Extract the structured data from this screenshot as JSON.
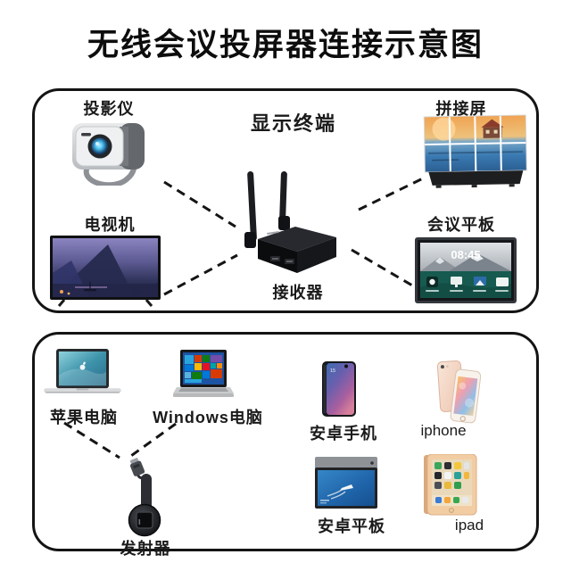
{
  "title": "无线会议投屏器连接示意图",
  "display_section": {
    "heading": "显示终端",
    "projector": {
      "label": "投影仪"
    },
    "video_wall": {
      "label": "拼接屏"
    },
    "tv": {
      "label": "电视机"
    },
    "conference_panel": {
      "label": "会议平板",
      "clock": "08:45"
    },
    "receiver": {
      "label": "接收器"
    }
  },
  "source_section": {
    "mac": {
      "label": "苹果电脑"
    },
    "windows_pc": {
      "label": "Windows电脑"
    },
    "android_phone": {
      "label": "安卓手机"
    },
    "iphone": {
      "label": "iphone"
    },
    "android_tablet": {
      "label": "安卓平板"
    },
    "ipad": {
      "label": "ipad"
    },
    "transmitter": {
      "label": "发射器"
    }
  },
  "colors": {
    "panel_border": "#141414",
    "dashed_line": "#151515",
    "conference_teal": "#175a50",
    "lens_glow": "#4fc3f0"
  }
}
